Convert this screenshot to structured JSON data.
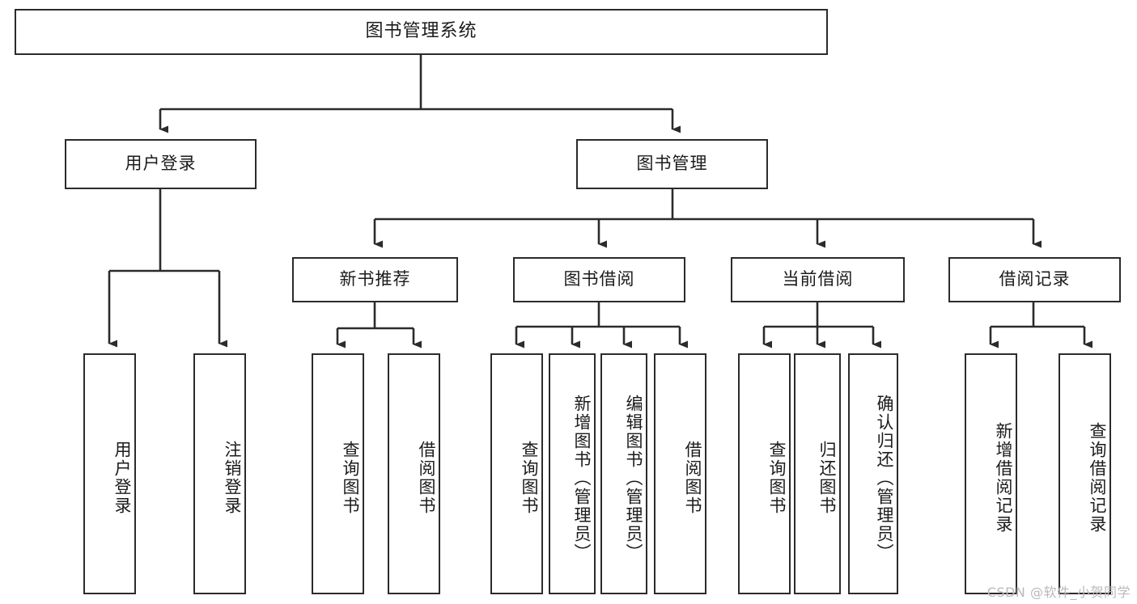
{
  "diagram": {
    "title": "图书管理系统",
    "type": "hierarchy-tree",
    "watermark": "CSDN @软件_小贺同学",
    "colors": {
      "stroke": "#2b2b2b",
      "box_fill": "#ffffff",
      "text": "#1b1b1b",
      "background": "#ffffff",
      "watermark": "#b9b9b9"
    }
  },
  "nodes": {
    "root": {
      "label": "图书管理系统"
    },
    "level2": [
      {
        "label": "用户登录"
      },
      {
        "label": "图书管理"
      }
    ],
    "level3": [
      {
        "label": "新书推荐"
      },
      {
        "label": "图书借阅"
      },
      {
        "label": "当前借阅"
      },
      {
        "label": "借阅记录"
      }
    ],
    "leaves": {
      "user_login": [
        {
          "label": "用户登录"
        },
        {
          "label": "注销登录"
        }
      ],
      "new_book_recommend": [
        {
          "label": "查询图书"
        },
        {
          "label": "借阅图书"
        }
      ],
      "book_borrow": [
        {
          "label": "查询图书"
        },
        {
          "label": "新增图书（管理员）"
        },
        {
          "label": "编辑图书（管理员）"
        },
        {
          "label": "借阅图书"
        }
      ],
      "current_borrow": [
        {
          "label": "查询图书"
        },
        {
          "label": "归还图书"
        },
        {
          "label": "确认归还（管理员）"
        }
      ],
      "borrow_record": [
        {
          "label": "新增借阅记录"
        },
        {
          "label": "查询借阅记录"
        }
      ]
    }
  }
}
